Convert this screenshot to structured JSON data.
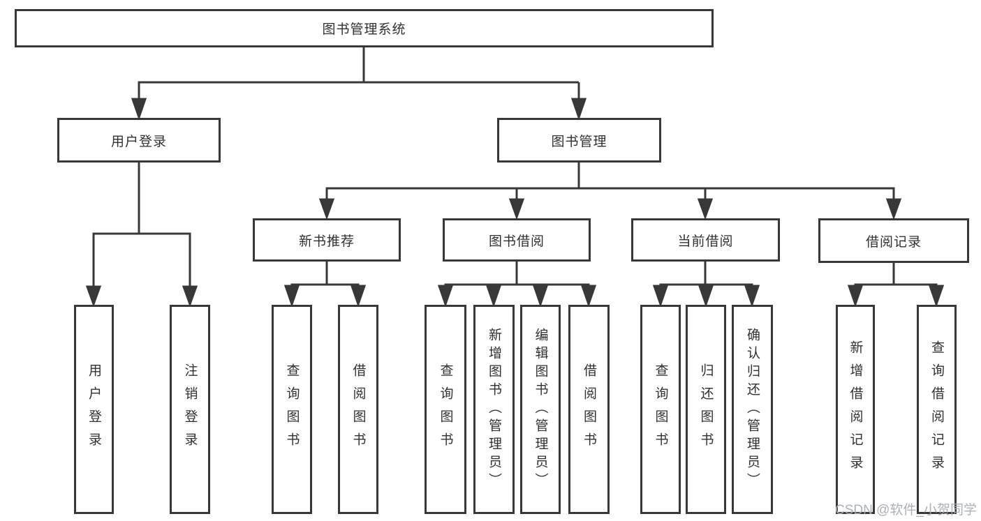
{
  "tree": {
    "label": "图书管理系统",
    "children": [
      {
        "label": "用户登录",
        "children": [
          {
            "label": "用户登录"
          },
          {
            "label": "注销登录"
          }
        ]
      },
      {
        "label": "图书管理",
        "children": [
          {
            "label": "新书推荐",
            "children": [
              {
                "label": "查询图书"
              },
              {
                "label": "借阅图书"
              }
            ]
          },
          {
            "label": "图书借阅",
            "children": [
              {
                "label": "查询图书"
              },
              {
                "label": "新增图书（管理员）"
              },
              {
                "label": "编辑图书（管理员）"
              },
              {
                "label": "借阅图书"
              }
            ]
          },
          {
            "label": "当前借阅",
            "children": [
              {
                "label": "查询图书"
              },
              {
                "label": "归还图书"
              },
              {
                "label": "确认归还（管理员）"
              }
            ]
          },
          {
            "label": "借阅记录",
            "children": [
              {
                "label": "新增借阅记录"
              },
              {
                "label": "查询借阅记录"
              }
            ]
          }
        ]
      }
    ]
  },
  "watermark": "CSDN @软件_小贺同学",
  "colors": {
    "line": "#383838",
    "text": "#303030",
    "watermark": "#a8acb3"
  }
}
